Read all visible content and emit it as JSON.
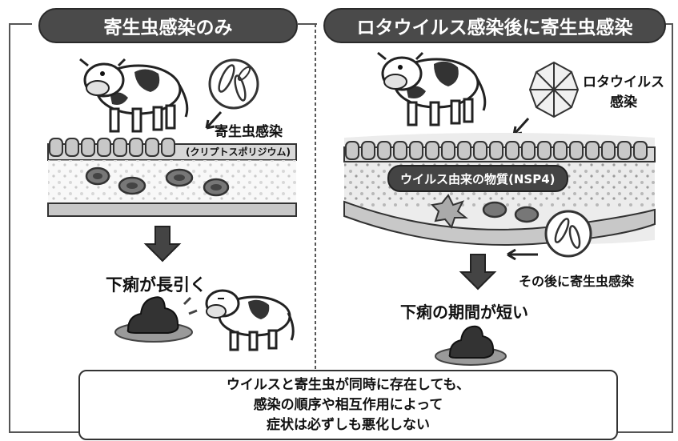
{
  "left_panel": {
    "title": "寄生虫感染のみ",
    "infection_label": "寄生虫感染",
    "parasite_name": "(クリプトスポリジウム)",
    "outcome": "下痢が長引く"
  },
  "right_panel": {
    "title": "ロタウイルス感染後に寄生虫感染",
    "virus_label_line1": "ロタウイルス",
    "virus_label_line2": "感染",
    "viral_substance": "ウイルス由来の物質(NSP4)",
    "later_infection": "その後に寄生虫感染",
    "outcome": "下痢の期間が短い"
  },
  "summary": {
    "line1": "ウイルスと寄生虫が同時に存在しても、",
    "line2": "感染の順序や相互作用によって",
    "line3": "症状は必ずしも悪化しない"
  }
}
